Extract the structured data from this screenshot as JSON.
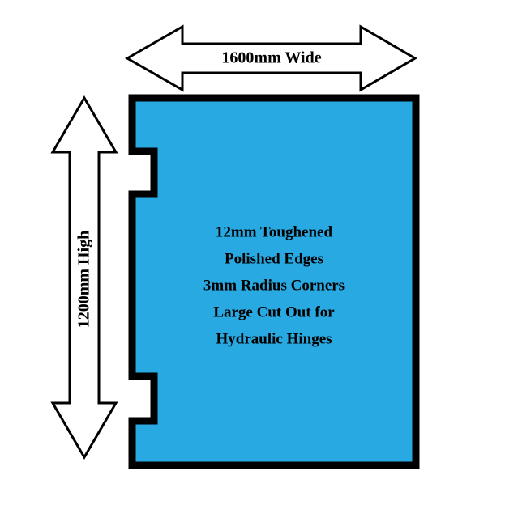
{
  "diagram": {
    "width_label": "1600mm Wide",
    "height_label": "1200mm High",
    "panel_lines": [
      "12mm Toughened",
      "Polished Edges",
      "3mm Radius Corners",
      "Large Cut Out for",
      "Hydraulic Hinges"
    ],
    "colors": {
      "panel_fill": "#29A9E1",
      "panel_border": "#000000",
      "arrow_fill": "#FFFFFF",
      "arrow_border": "#000000",
      "background": "#FFFFFF",
      "text": "#000000"
    }
  }
}
